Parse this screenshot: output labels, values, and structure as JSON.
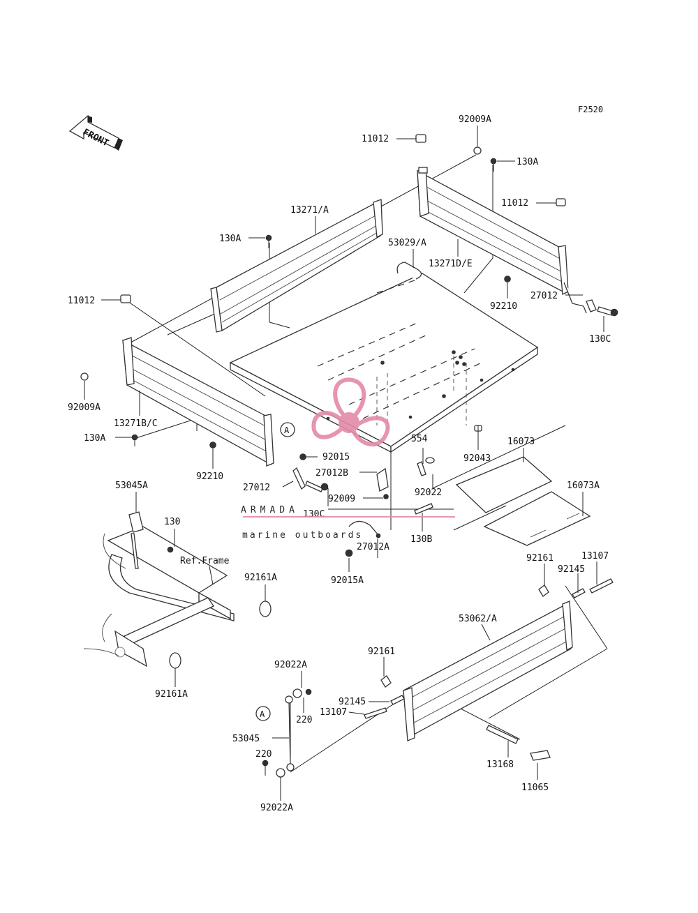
{
  "figure_code": "F2520",
  "front_label": "FRONT",
  "labels": {
    "l11012_top": "11012",
    "l92009A_top": "92009A",
    "l130A_right": "130A",
    "l11012_right": "11012",
    "l13271A": "13271/A",
    "l130A_mid": "130A",
    "l53029A": "53029/A",
    "l13271DE": "13271D/E",
    "l11012_left": "11012",
    "l92210_right": "92210",
    "l27012_right": "27012",
    "l130C_right": "130C",
    "l92009A_left": "92009A",
    "l13271BC": "13271B/C",
    "l130A_left": "130A",
    "l92210_left": "92210",
    "l92015": "92015",
    "l554": "554",
    "l16073": "16073",
    "l92043": "92043",
    "l16073A": "16073A",
    "l27012B": "27012B",
    "l27012_left": "27012",
    "l92009": "92009",
    "l92022": "92022",
    "l130C_left": "130C",
    "l130B": "130B",
    "l53045A": "53045A",
    "l130": "130",
    "l_ref_frame": "Ref.Frame",
    "l92161A_top": "92161A",
    "l27012A": "27012A",
    "l92015A": "92015A",
    "l92161_right": "92161",
    "l13107_right": "13107",
    "l92145_right": "92145",
    "l53062A": "53062/A",
    "l92161A_bottom": "92161A",
    "l92022A_top": "92022A",
    "l92161_mid": "92161",
    "l220_top": "220",
    "l92145_mid": "92145",
    "l13107_mid": "13107",
    "l53045": "53045",
    "l220_bottom": "220",
    "l13168": "13168",
    "l11065": "11065",
    "l92022A_bottom": "92022A",
    "callout_A_left": "A",
    "callout_A_right": "A"
  },
  "watermark": {
    "title": "ARMADA",
    "subtitle": "marine outboards",
    "logo_color": "#e48aa8"
  }
}
